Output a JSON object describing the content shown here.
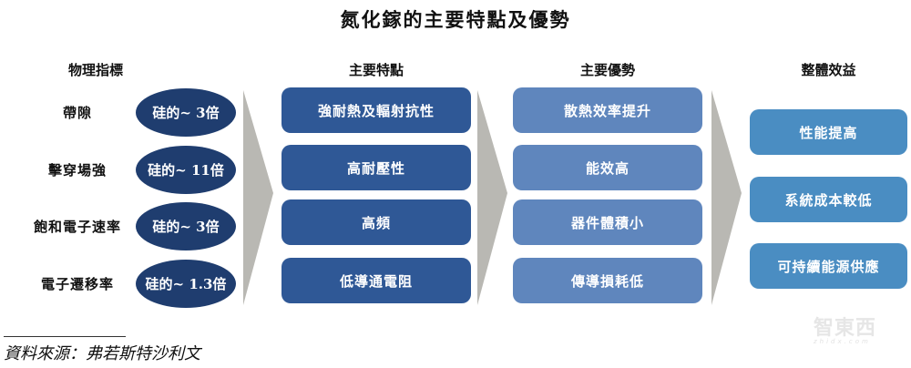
{
  "title": "氮化鎵的主要特點及優勢",
  "columns": {
    "metrics": "物理指標",
    "features": "主要特點",
    "advantages": "主要優勢",
    "benefits": "整體效益"
  },
  "metrics": [
    {
      "label": "帶隙",
      "value": "硅的~ 3倍"
    },
    {
      "label": "擊穿場強",
      "value": "硅的~ 11倍"
    },
    {
      "label": "飽和電子速率",
      "value": "硅的~ 3倍"
    },
    {
      "label": "電子遷移率",
      "value": "硅的~ 1.3倍"
    }
  ],
  "features": [
    "強耐熱及輻射抗性",
    "高耐壓性",
    "高頻",
    "低導通電阻"
  ],
  "advantages": [
    "散熱效率提升",
    "能效高",
    "器件體積小",
    "傳導損耗低"
  ],
  "benefits": [
    "性能提高",
    "系統成本較低",
    "可持續能源供應"
  ],
  "source": "資料來源：弗若斯特沙利文",
  "watermark": {
    "name": "智東西",
    "url": "zhidx.com"
  },
  "colors": {
    "ellipse": "#1f3d6f",
    "features": "#2f5896",
    "advantages": "#5f86bd",
    "benefits": "#4a8dc2",
    "chevron": "#b9b8b3"
  }
}
